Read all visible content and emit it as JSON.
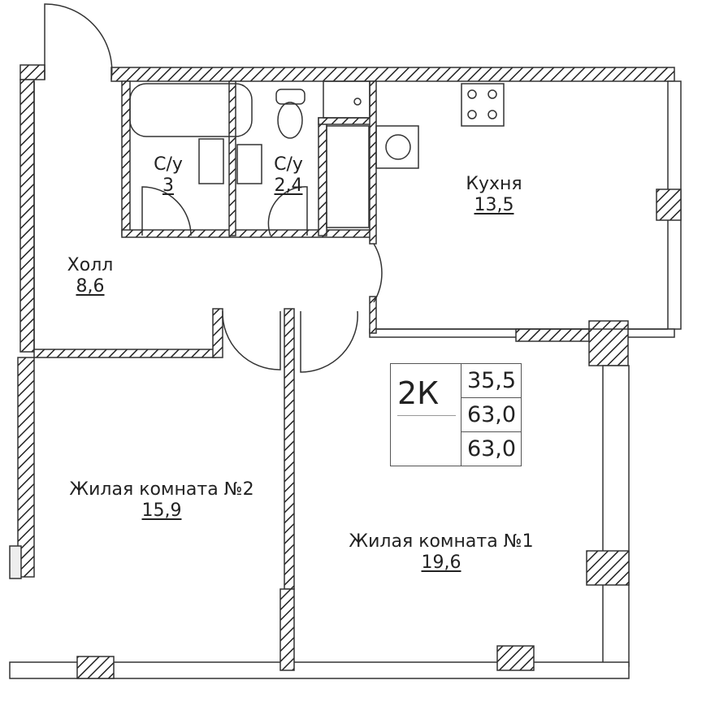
{
  "rooms": {
    "hall": {
      "name": "Холл",
      "area": "8,6"
    },
    "bath1": {
      "name": "С/у",
      "area": "3"
    },
    "bath2": {
      "name": "С/у",
      "area": "2,4"
    },
    "kitchen": {
      "name": "Кухня",
      "area": "13,5"
    },
    "room2": {
      "name": "Жилая комната №2",
      "area": "15,9"
    },
    "room1": {
      "name": "Жилая комната №1",
      "area": "19,6"
    }
  },
  "summary": {
    "type": "2К",
    "living_area": "35,5",
    "total_area": "63,0",
    "total_area_2": "63,0"
  },
  "colors": {
    "wall": "#333333",
    "hatch": "#222222",
    "background": "#ffffff"
  }
}
